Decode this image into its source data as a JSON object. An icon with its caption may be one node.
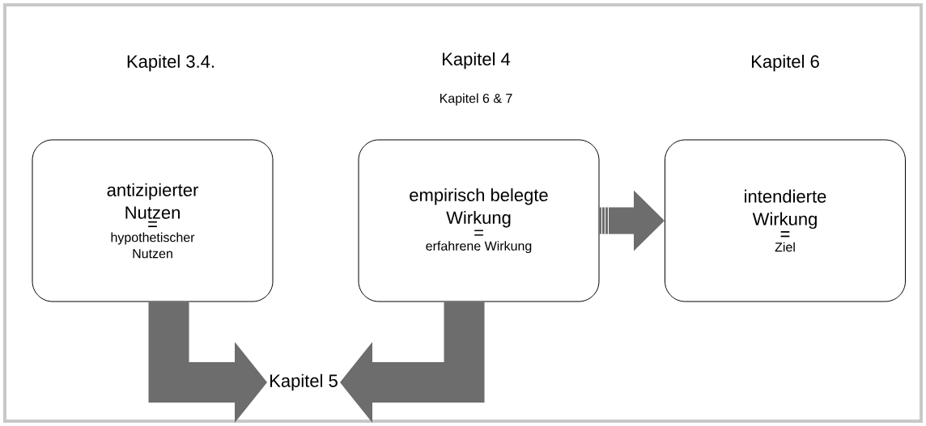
{
  "diagram": {
    "nodes": [
      {
        "text": [
          "antizipierter Nutzen",
          "=",
          "hypothetischer Nutzen"
        ],
        "beside": [
          "Kapitel 3.4."
        ]
      },
      {
        "text": [
          "empirisch belegte Wirkung",
          "=",
          "erfahrene Wirkung"
        ],
        "beside": [
          "Kapitel 4",
          "Kapitel 6 & 7"
        ]
      },
      {
        "text": [
          "intendierte Wirkung",
          "=",
          "Ziel"
        ],
        "beside": [
          "Kapitel 6"
        ]
      },
      {
        "text": [
          "Kapitel 5"
        ]
      }
    ],
    "edges": [
      {
        "from": 0,
        "to": 3,
        "arrow": "to"
      },
      {
        "from": 1,
        "to": 3,
        "arrow": "to"
      },
      {
        "from": 1,
        "to": 2,
        "arrow": "to"
      }
    ]
  }
}
